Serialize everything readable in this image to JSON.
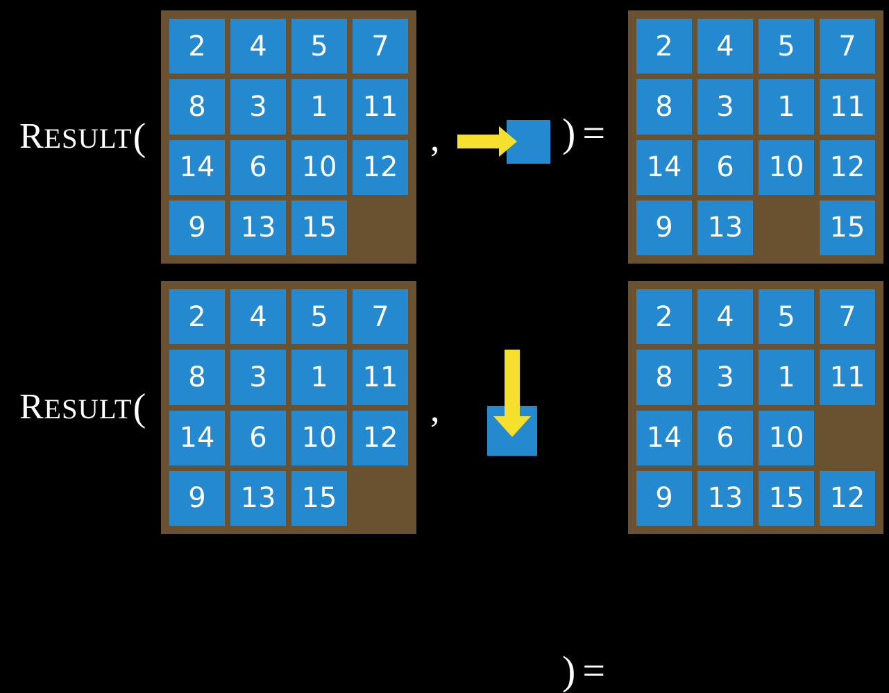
{
  "slide": {
    "background_color": "#000000",
    "tile_color": "#2489ce",
    "board_color": "#6a5231",
    "arrow_color": "#f5e02e",
    "text_color": "#ffffff"
  },
  "rows": [
    {
      "label": {
        "big": "R",
        "rest": "ESULT",
        "open_paren": "("
      },
      "comma": ",",
      "close_paren": ")",
      "equals": "=",
      "move": {
        "direction": "right",
        "icon": "arrow-right-icon"
      },
      "input_board": {
        "name": "input-board-row-1",
        "cells": [
          "2",
          "4",
          "5",
          "7",
          "8",
          "3",
          "1",
          "11",
          "14",
          "6",
          "10",
          "12",
          "9",
          "13",
          "15",
          ""
        ]
      },
      "output_board": {
        "name": "output-board-row-1",
        "cells": [
          "2",
          "4",
          "5",
          "7",
          "8",
          "3",
          "1",
          "11",
          "14",
          "6",
          "10",
          "12",
          "9",
          "13",
          "",
          "15"
        ]
      }
    },
    {
      "label": {
        "big": "R",
        "rest": "ESULT",
        "open_paren": "("
      },
      "comma": ",",
      "close_paren": ")",
      "equals": "=",
      "move": {
        "direction": "down",
        "icon": "arrow-down-icon"
      },
      "input_board": {
        "name": "input-board-row-2",
        "cells": [
          "2",
          "4",
          "5",
          "7",
          "8",
          "3",
          "1",
          "11",
          "14",
          "6",
          "10",
          "12",
          "9",
          "13",
          "15",
          ""
        ]
      },
      "output_board": {
        "name": "output-board-row-2",
        "cells": [
          "2",
          "4",
          "5",
          "7",
          "8",
          "3",
          "1",
          "11",
          "14",
          "6",
          "10",
          "",
          "9",
          "13",
          "15",
          "12"
        ]
      }
    }
  ]
}
